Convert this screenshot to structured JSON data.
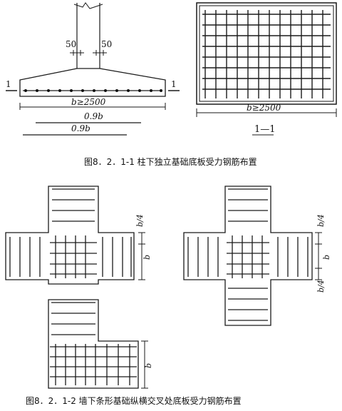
{
  "fig1": {
    "dim_50_left": "50",
    "dim_50_right": "50",
    "section_mark_left": "1",
    "section_mark_right": "1",
    "width_label_elev": "b≥2500",
    "len_09b_a": "0.9b",
    "len_09b_b": "0.9b",
    "width_label_plan": "b≥2500",
    "section_title": "1—1",
    "caption": "图8．2．1-1  柱下独立基础底板受力钢筋布置"
  },
  "fig2": {
    "b_cross_quarter": "b/4",
    "b_cross_full": "b",
    "b_right_quarter_top": "b/4",
    "b_right_full": "b",
    "b_right_quarter_bot": "b/4",
    "b_t": "b",
    "caption": "图8．2．1-2  墙下条形基础纵横交叉处底板受力钢筋布置"
  }
}
